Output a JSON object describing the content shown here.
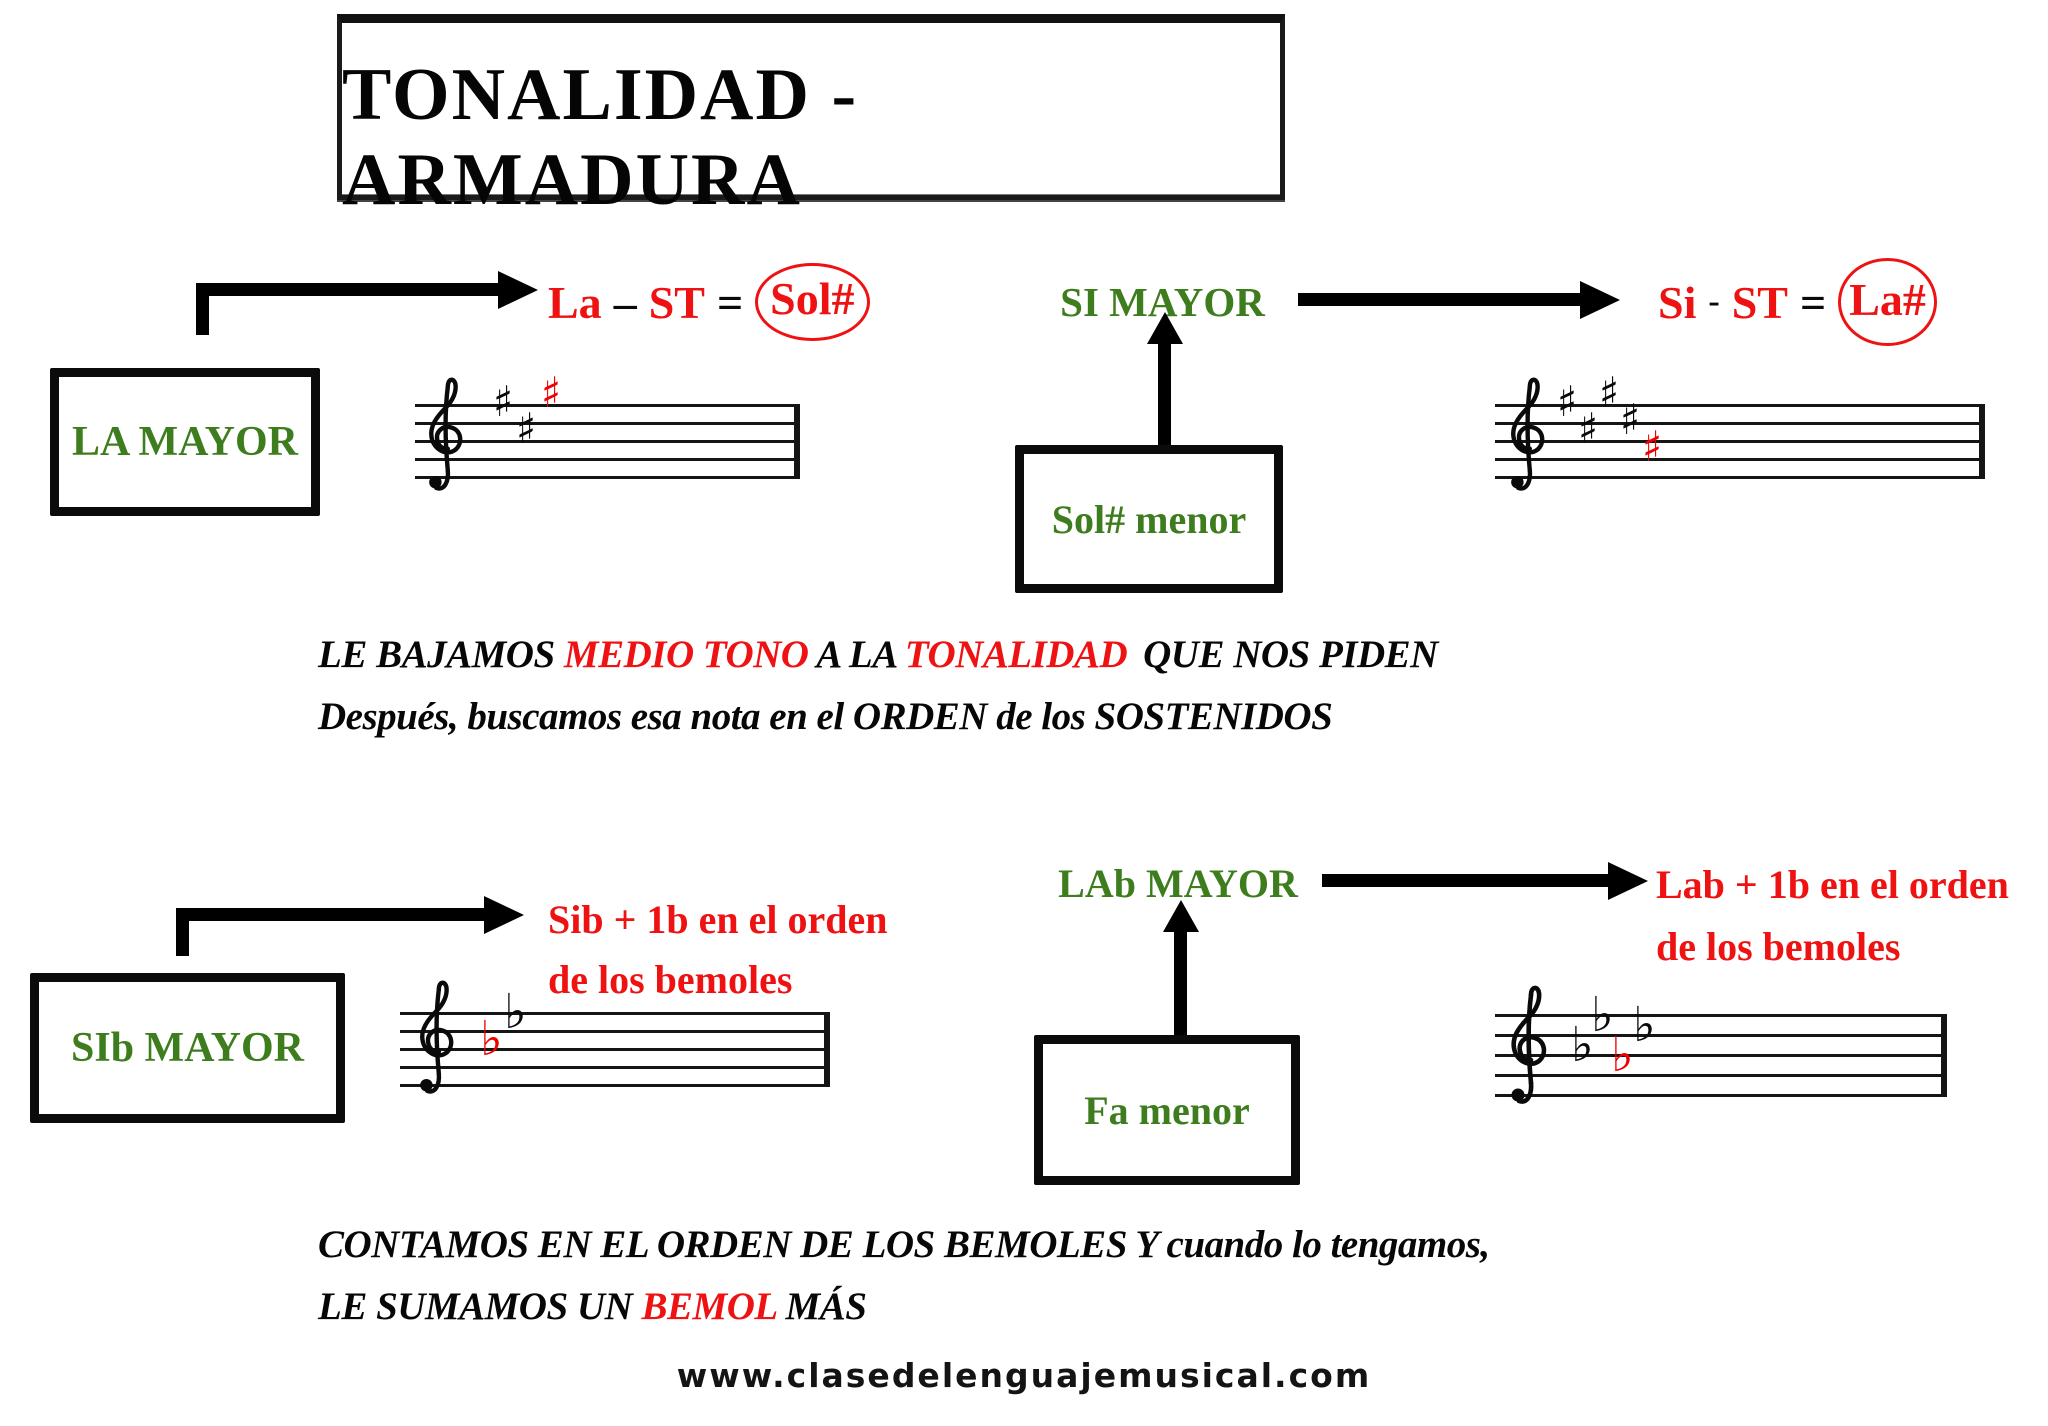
{
  "colors": {
    "green": "#3E7D1E",
    "red_text": "#EE1212",
    "red_accidental": "#EE0000",
    "ink": "#0A0A0A"
  },
  "title": {
    "text": "TONALIDAD - ARMADURA"
  },
  "glyphs": {
    "sharp": "♯",
    "flat": "♭"
  },
  "sharps_row": {
    "la_box": "LA MAYOR",
    "formula_la": {
      "note": "La",
      "op": "–",
      "interval": "ST",
      "eq": "=",
      "result": "Sol#"
    },
    "si_label": "SI MAYOR",
    "minor_box": "Sol# menor",
    "formula_si": {
      "note": "Si",
      "op": "-",
      "interval": "ST",
      "eq": "=",
      "result": "La#"
    },
    "staff_la": {
      "name": "armadura-la-mayor",
      "accidentals": [
        {
          "glyph": "♯",
          "color": "black"
        },
        {
          "glyph": "♯",
          "color": "black"
        },
        {
          "glyph": "♯",
          "color": "red"
        }
      ]
    },
    "staff_si": {
      "name": "armadura-si-mayor",
      "accidentals": [
        {
          "glyph": "♯",
          "color": "black"
        },
        {
          "glyph": "♯",
          "color": "black"
        },
        {
          "glyph": "♯",
          "color": "black"
        },
        {
          "glyph": "♯",
          "color": "black"
        },
        {
          "glyph": "♯",
          "color": "red"
        }
      ]
    },
    "caption": {
      "l1": {
        "s1": "LE BAJAMOS ",
        "s2": "MEDIO TONO",
        "s3": " A LA ",
        "s4": "TONALIDAD",
        "s5": "QUE NOS PIDEN"
      },
      "l2": "Después, buscamos esa nota en el ORDEN de los SOSTENIDOS"
    }
  },
  "flats_row": {
    "sib_box": "SIb MAYOR",
    "note_sib": {
      "l1": "Sib + 1b en el orden",
      "l2": "de los bemoles"
    },
    "lab_label": "LAb MAYOR",
    "minor_box": "Fa menor",
    "note_lab": {
      "l1": "Lab + 1b en el orden",
      "l2": "de los bemoles"
    },
    "staff_sib": {
      "name": "armadura-sib-mayor",
      "accidentals": [
        {
          "glyph": "♭",
          "color": "red"
        },
        {
          "glyph": "♭",
          "color": "black"
        }
      ]
    },
    "staff_lab": {
      "name": "armadura-lab-mayor",
      "accidentals": [
        {
          "glyph": "♭",
          "color": "black"
        },
        {
          "glyph": "♭",
          "color": "black"
        },
        {
          "glyph": "♭",
          "color": "red"
        },
        {
          "glyph": "♭",
          "color": "black"
        }
      ]
    },
    "caption": {
      "l1": "CONTAMOS EN EL ORDEN DE LOS BEMOLES Y cuando lo tengamos,",
      "l2": {
        "s1": "LE SUMAMOS UN ",
        "s2": "BEMOL",
        "s3": " MÁS"
      }
    }
  },
  "footer": {
    "url": "www.clasedelenguajemusical.com"
  }
}
